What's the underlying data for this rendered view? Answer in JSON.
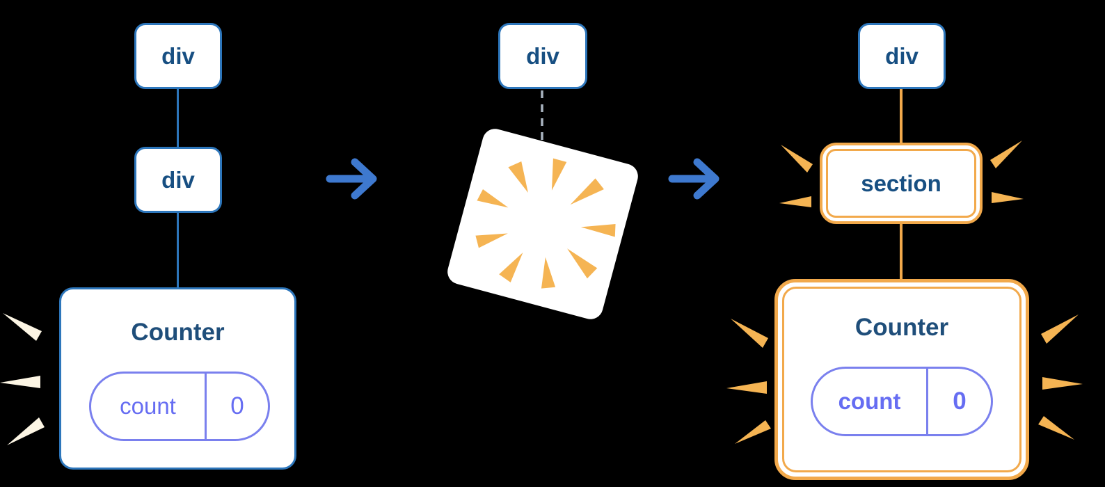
{
  "colors": {
    "background": "#000000",
    "node_border_blue": "#2d76bb",
    "node_text_blue": "#174f82",
    "card_title_navy": "#1f4e7a",
    "arrow_blue": "#3e79cf",
    "dashed_gray": "#a9b4c0",
    "highlight_orange": "#f2a94b",
    "spark_orange": "#f5b453",
    "spark_white": "#fcf5e4",
    "state_purple": "#666df2",
    "pill_border_purple": "#7a80ee"
  },
  "left_tree": {
    "root_label": "div",
    "child_label": "div",
    "component": {
      "title": "Counter",
      "state_key": "count",
      "state_value": "0"
    }
  },
  "middle": {
    "root_label": "div"
  },
  "right_tree": {
    "root_label": "div",
    "child_label": "section",
    "component": {
      "title": "Counter",
      "state_key": "count",
      "state_value": "0"
    }
  }
}
